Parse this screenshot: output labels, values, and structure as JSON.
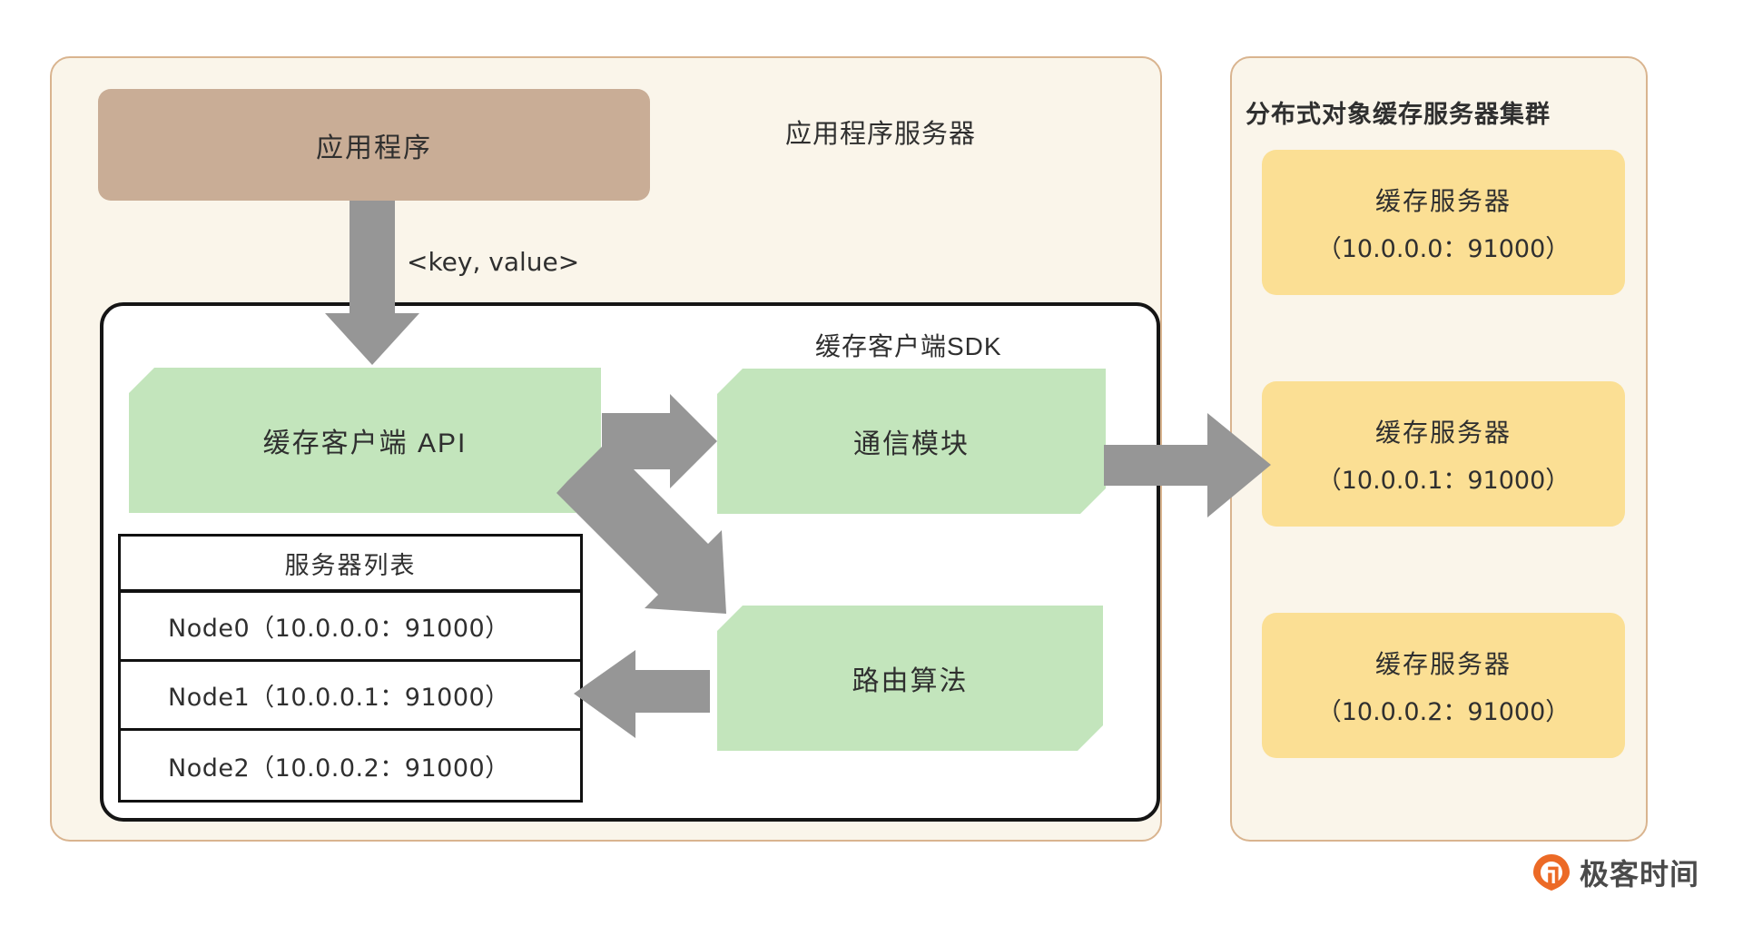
{
  "app_server": {
    "title": "应用程序服务器",
    "app_program_label": "应用程序",
    "kv_label": "<key, value>",
    "sdk": {
      "title": "缓存客户端SDK",
      "modules": [
        {
          "name": "cache-client-api",
          "label": "缓存客户端 API"
        },
        {
          "name": "communication-module",
          "label": "通信模块"
        },
        {
          "name": "routing-algorithm",
          "label": "路由算法"
        }
      ],
      "server_list": {
        "header": "服务器列表",
        "rows": [
          "Node0（10.0.0.0：91000）",
          "Node1（10.0.0.1：91000）",
          "Node2（10.0.0.2：91000）"
        ]
      }
    }
  },
  "cluster": {
    "title": "分布式对象缓存服务器集群",
    "servers": [
      {
        "name": "缓存服务器",
        "address": "（10.0.0.0：91000）"
      },
      {
        "name": "缓存服务器",
        "address": "（10.0.0.1：91000）"
      },
      {
        "name": "缓存服务器",
        "address": "（10.0.0.2：91000）"
      }
    ]
  },
  "watermark": {
    "text": "极客时间"
  },
  "colors": {
    "panel_bg": "#faf5ea",
    "panel_border": "#d9b48f",
    "app_program": "#c9ad96",
    "module_green": "#c3e5bc",
    "cache_yellow": "#fbdf94",
    "arrow_gray": "#969696",
    "logo_orange": "#ec6a26",
    "text": "#2f2f2f"
  }
}
